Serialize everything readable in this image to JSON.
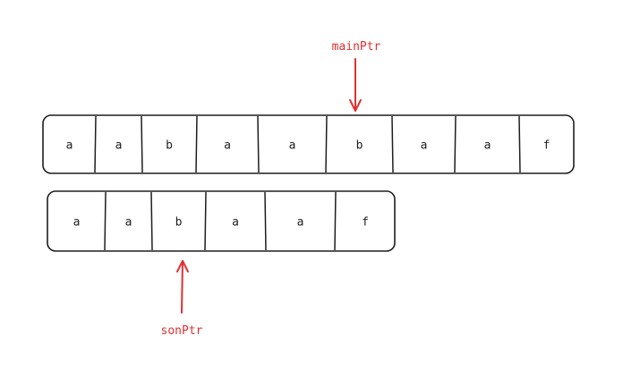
{
  "main_array": {
    "cells": [
      "a",
      "a",
      "b",
      "a",
      "a",
      "b",
      "a",
      "a",
      "f"
    ]
  },
  "son_array": {
    "cells": [
      "a",
      "a",
      "b",
      "a",
      "a",
      "f"
    ]
  },
  "pointers": {
    "main": {
      "label": "mainPtr"
    },
    "son": {
      "label": "sonPtr"
    }
  },
  "colors": {
    "stroke": "#1e1e1e",
    "pointer": "#e03131",
    "background": "#ffffff"
  }
}
